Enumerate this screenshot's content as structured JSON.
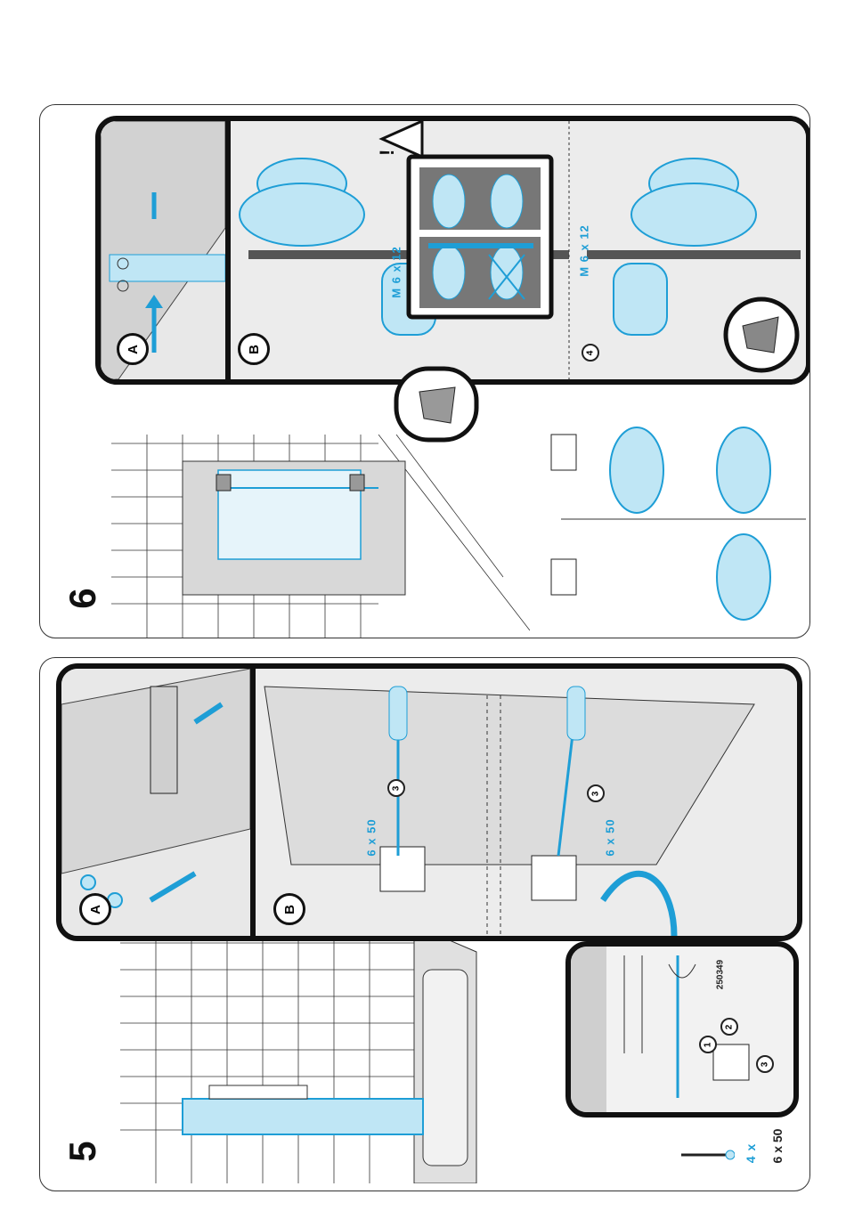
{
  "steps": {
    "step5": {
      "number": "5",
      "sub_a": "A",
      "sub_b": "B",
      "screw_qty": "4 x",
      "screw_size": "6 x 50",
      "screw_label_1": "6 x 50",
      "screw_label_2": "6 x 50",
      "article_no": "250349",
      "tool_no_1": "3",
      "tool_no_2": "3",
      "sub_step_1": "1",
      "sub_step_2": "2",
      "sub_step_3": "3"
    },
    "step6": {
      "number": "6",
      "sub_a": "A",
      "sub_b": "B",
      "bolt_label_1": "M 6 x 12",
      "bolt_label_2": "M 6 x 12",
      "hex_key_no": "4",
      "warning_mark": "!"
    }
  },
  "colors": {
    "accent": "#1e9ed6",
    "glass": "#bfe6f5",
    "outline": "#111111"
  }
}
